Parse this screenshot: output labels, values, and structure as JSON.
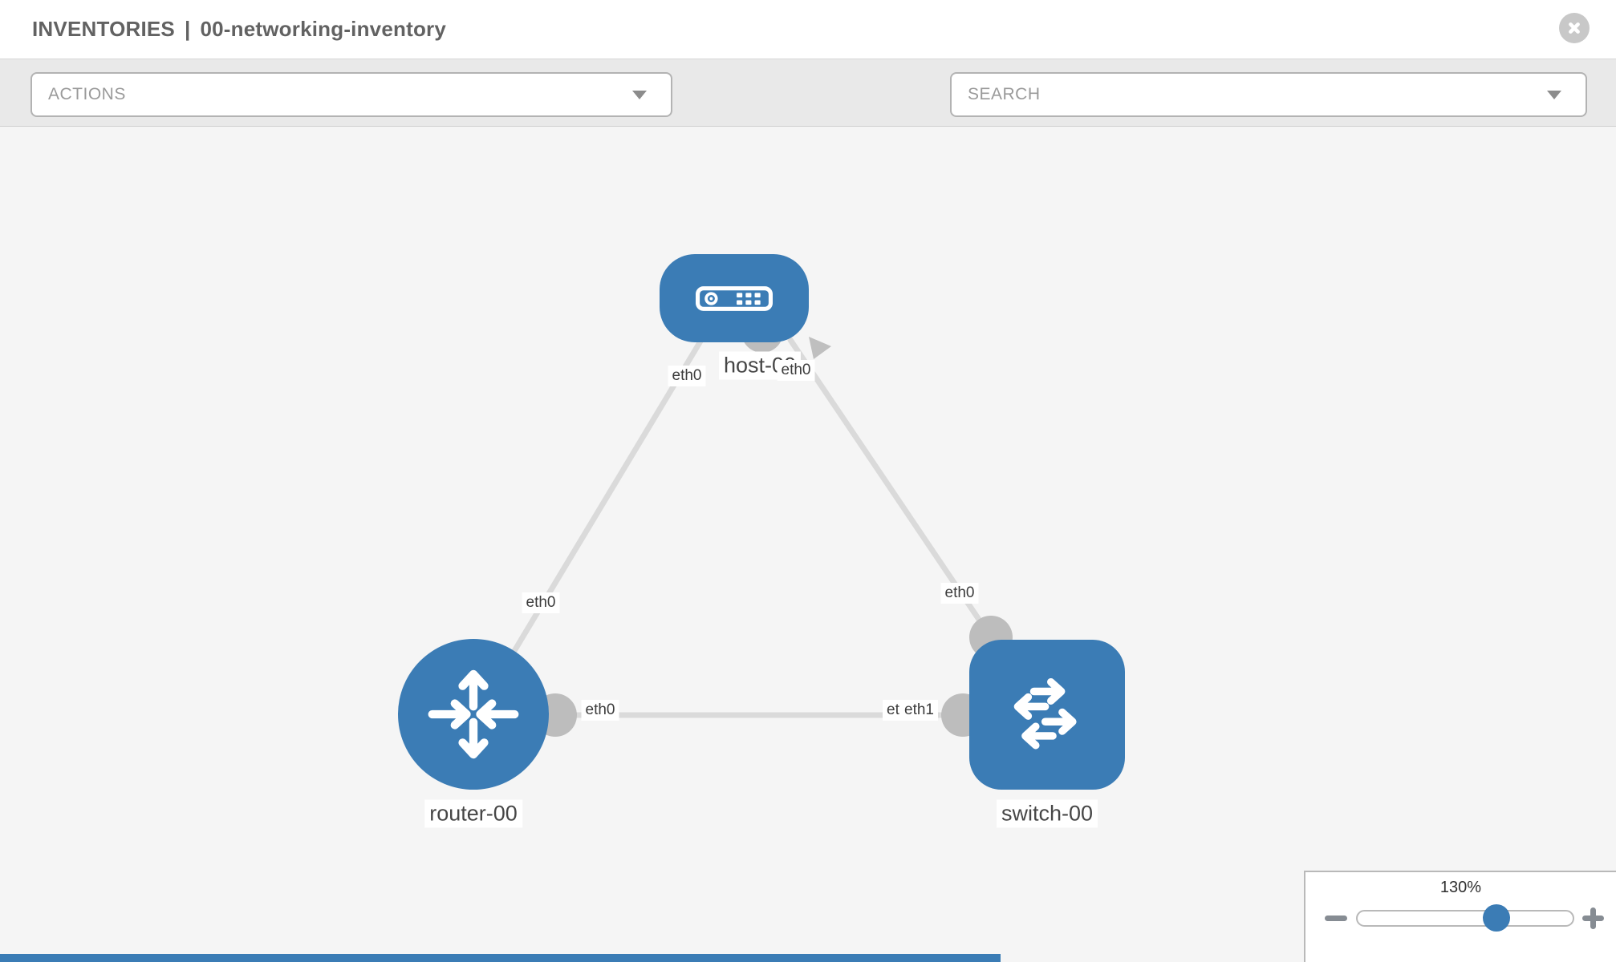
{
  "header": {
    "section": "INVENTORIES",
    "separator": "|",
    "inventory_name": "00-networking-inventory"
  },
  "toolbar": {
    "actions_placeholder": "ACTIONS",
    "search_placeholder": "SEARCH",
    "icons": [
      "wrench-icon",
      "key-icon"
    ]
  },
  "topology": {
    "nodes": [
      {
        "label": "host-00",
        "type": "host"
      },
      {
        "label": "router-00",
        "type": "router"
      },
      {
        "label": "switch-00",
        "type": "switch"
      }
    ],
    "links": [
      {
        "from": "host-00",
        "from_interface": "eth0",
        "to": "router-00",
        "to_interface": "eth0"
      },
      {
        "from": "host-00",
        "from_interface": "eth0",
        "to": "switch-00",
        "to_interface": "eth0"
      },
      {
        "from": "router-00",
        "from_interface": "eth0",
        "to": "switch-00",
        "to_interface": "eth1",
        "to_interface_occluded": "eth0"
      }
    ]
  },
  "zoom_control": {
    "level": "130%"
  },
  "colors": {
    "node_blue": "#3b7cb5",
    "link_gray": "#dadada",
    "connector_gray": "#bdbdbd",
    "toolbar_bg": "#e9e9e9",
    "canvas_bg": "#f5f5f5"
  }
}
